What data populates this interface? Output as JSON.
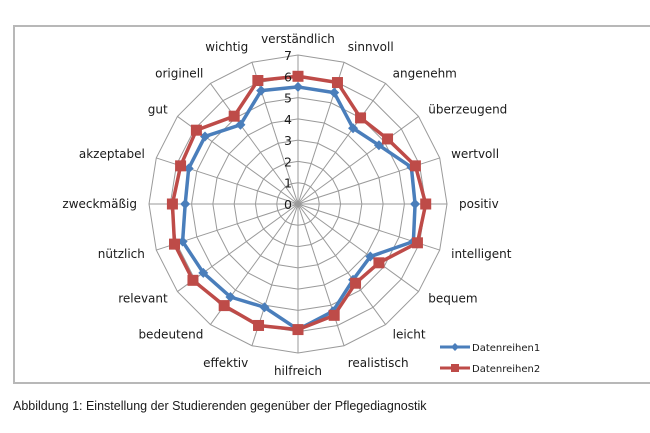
{
  "caption": "Abbildung 1: Einstellung der Studierenden gegenüber der Pflegediagnostik",
  "colors": {
    "series1": "#4a7ebb",
    "series2": "#be4b48",
    "grid": "#9a9a9a",
    "frame": "#b8b8b8"
  },
  "chart_data": {
    "type": "radar",
    "title": "",
    "categories": [
      "verständlich",
      "sinnvoll",
      "angenehm",
      "überzeugend",
      "wertvoll",
      "positiv",
      "intelligent",
      "bequem",
      "leicht",
      "realistisch",
      "hilfreich",
      "effektiv",
      "bedeutend",
      "relevant",
      "nützlich",
      "zweckmäßig",
      "akzeptabel",
      "gut",
      "originell",
      "wichtig"
    ],
    "series": [
      {
        "name": "Datenreihen1",
        "values": [
          5.5,
          5.5,
          4.4,
          4.7,
          5.6,
          5.5,
          5.7,
          4.2,
          4.4,
          5.3,
          5.9,
          5.1,
          5.4,
          5.5,
          5.7,
          5.3,
          5.4,
          5.4,
          4.6,
          5.6
        ]
      },
      {
        "name": "Datenreihen2",
        "values": [
          6.0,
          6.0,
          5.0,
          5.2,
          5.8,
          6.0,
          5.9,
          4.7,
          4.6,
          5.5,
          5.9,
          6.0,
          5.9,
          6.1,
          6.1,
          5.9,
          5.8,
          5.9,
          5.1,
          6.1
        ]
      }
    ],
    "rlim": [
      0,
      7
    ],
    "ticks": [
      "0",
      "1",
      "2",
      "3",
      "4",
      "5",
      "6",
      "7"
    ],
    "grid": true,
    "legend_position": "bottom-right"
  }
}
